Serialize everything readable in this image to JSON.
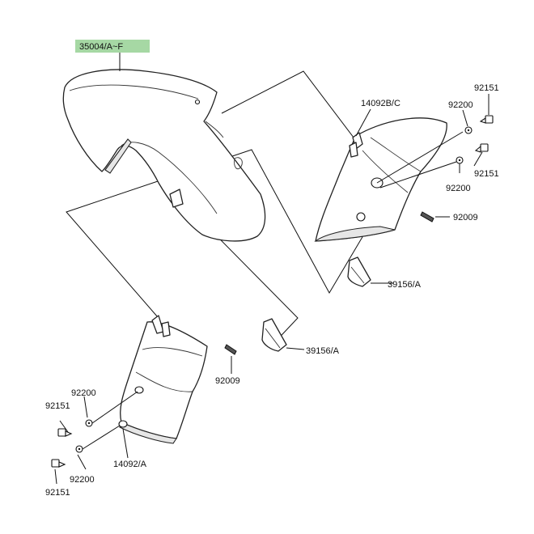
{
  "diagram": {
    "highlight_color": "#a6d8a4",
    "labels": {
      "front_fender": "35004/A~F",
      "upper_cover": "14092B/C",
      "lower_cover": "14092/A",
      "bolt_upper_top": "92151",
      "washer_upper_top": "92200",
      "bolt_upper_bottom": "92151",
      "washer_upper_bottom": "92200",
      "screw_upper": "92009",
      "pad_upper": "39156/A",
      "pad_lower": "39156/A",
      "screw_lower": "92009",
      "washer_lower_top": "92200",
      "bolt_lower_top": "92151",
      "washer_lower_bottom": "92200",
      "bolt_lower_bottom": "92151"
    }
  }
}
